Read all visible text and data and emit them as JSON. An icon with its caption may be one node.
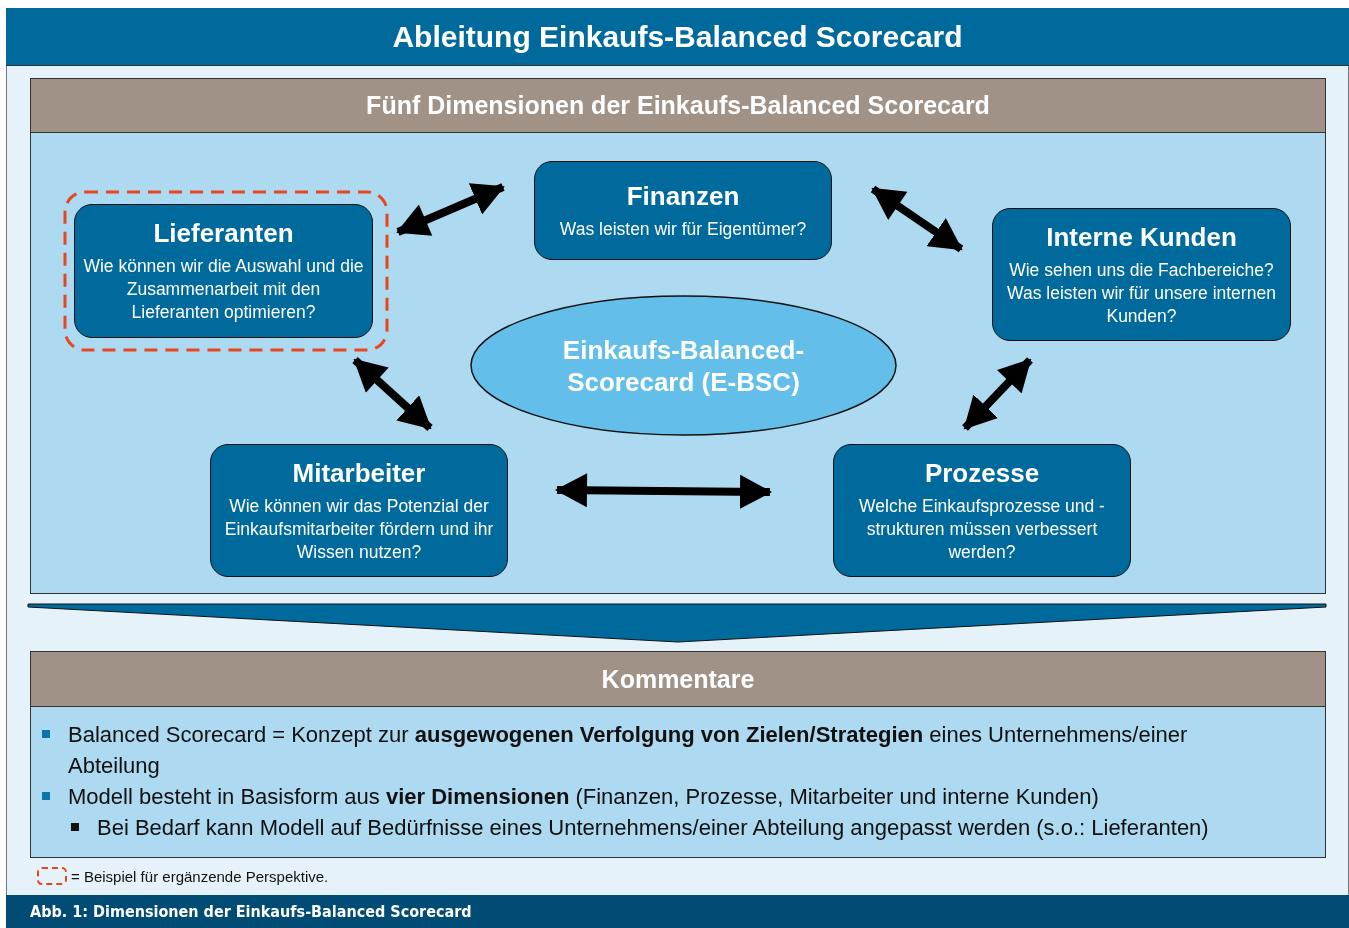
{
  "diagram": {
    "title": "Ableitung Einkaufs-Balanced Scorecard",
    "caption": "Abb. 1: Dimensionen der Einkaufs-Balanced Scorecard",
    "nodes": [
      {
        "text": [
          "Fünf Dimensionen der Einkaufs-Balanced Scorecard"
        ]
      },
      {
        "text": [
          "Lieferanten",
          "Wie können wir die Auswahl und die Zusammenarbeit mit den Lieferanten optimieren?"
        ],
        "in": 0
      },
      {
        "text": [
          "Finanzen",
          "Was leisten wir für Eigentümer?"
        ],
        "in": 0
      },
      {
        "text": [
          "Interne Kunden",
          "Wie sehen uns die Fachbereiche?",
          "Was leisten wir für unsere internen Kunden?"
        ],
        "in": 0
      },
      {
        "text": [
          "Einkaufs-Balanced-Scorecard (E-BSC)"
        ],
        "in": 0
      },
      {
        "text": [
          "Mitarbeiter",
          "Wie können wir das Potenzial der Einkaufsmitarbeiter fördern und ihr Wissen nutzen?"
        ],
        "in": 0
      },
      {
        "text": [
          "Prozesse",
          "Welche Einkaufsprozesse und -strukturen müssen verbessert werden?"
        ],
        "in": 0
      },
      {
        "text": [
          "Kommentare",
          "Balanced Scorecard = Konzept zur **ausgewogenen Verfolgung von Zielen/Strategien** eines Unternehmens/einer Abteilung",
          "Modell besteht in Basisform aus **vier Dimensionen** (Finanzen, Prozesse, Mitarbeiter und interne Kunden)",
          "Bei Bedarf kann Modell auf Bedürfnisse eines Unternehmens/einer Abteilung angepasst werden (s.o.: Lieferanten)"
        ]
      }
    ],
    "edges": [
      {
        "from": 1,
        "to": 2,
        "arrow": "both"
      },
      {
        "from": 2,
        "to": 3,
        "arrow": "both"
      },
      {
        "from": 1,
        "to": 5,
        "arrow": "both"
      },
      {
        "from": 3,
        "to": 6,
        "arrow": "both"
      },
      {
        "from": 5,
        "to": 6,
        "arrow": "both"
      },
      {
        "from": 0,
        "to": 7,
        "arrow": "to"
      }
    ],
    "legend": [
      {
        "text": "= Beispiel für ergänzende Perspektive."
      }
    ]
  }
}
